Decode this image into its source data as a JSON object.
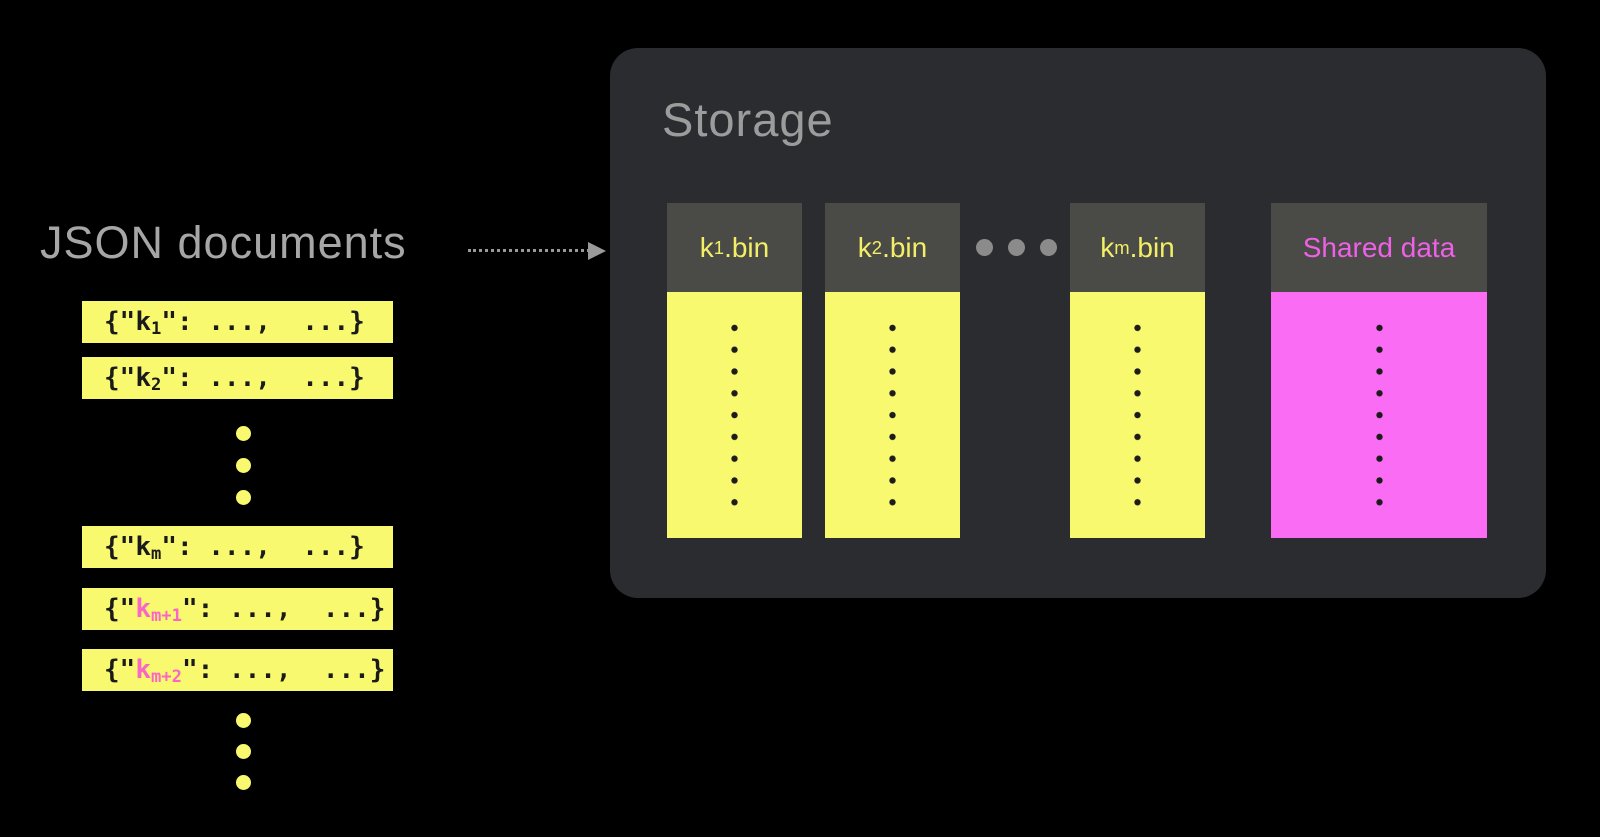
{
  "colors": {
    "bg": "#000000",
    "yellow": "#f9f96f",
    "magenta-fill": "#fb6cf5",
    "magenta-text": "#ee60e6",
    "pink-key": "#fb66c6",
    "panel-bg": "#2a2c2f",
    "column-header-bg": "#4a4a46",
    "gray-text": "#a6a6a6",
    "panel-title": "#9c9c9c",
    "dot-dark": "#1c1c1c",
    "arrow-gray": "#9a9a9a",
    "ellipsis-gray": "#8b8b8b",
    "doc-text": "#1a1a1a",
    "bin-label-yellow": "#f2ef67"
  },
  "left": {
    "title": "JSON documents",
    "docs": [
      {
        "open": "{\"",
        "key": "k",
        "sub": "1",
        "rest": "\": ...,  ...}"
      },
      {
        "open": "{\"",
        "key": "k",
        "sub": "2",
        "rest": "\": ...,  ...}"
      },
      {
        "open": "{\"",
        "key": "k",
        "sub": "m",
        "rest": "\": ...,  ...}"
      },
      {
        "open": "{\"",
        "key": "k",
        "sub": "m+1",
        "rest": "\": ...,  ...}"
      },
      {
        "open": "{\"",
        "key": "k",
        "sub": "m+2",
        "rest": "\": ...,  ...}"
      }
    ]
  },
  "storage": {
    "title": "Storage",
    "columns": [
      {
        "key": "k",
        "sub": "1",
        "rest": ".bin"
      },
      {
        "key": "k",
        "sub": "2",
        "rest": ".bin"
      },
      {
        "key": "k",
        "sub": "m",
        "rest": ".bin"
      },
      {
        "label": "Shared data"
      }
    ]
  }
}
